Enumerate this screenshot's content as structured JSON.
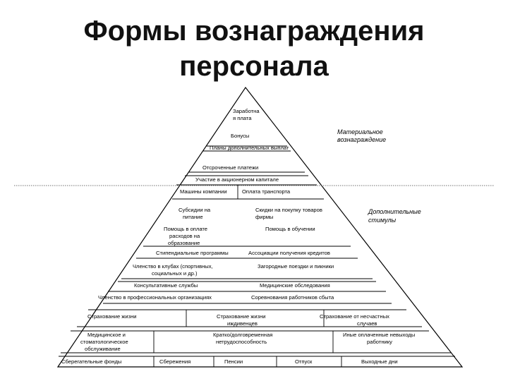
{
  "title": {
    "line1": "Формы вознаграждения",
    "line2": "персонала"
  },
  "sections": {
    "material": {
      "line1": "Материальное",
      "line2": "вознаграждение"
    },
    "additional": {
      "line1": "Дополнительные",
      "line2": "стимулы"
    }
  },
  "items": {
    "salary": {
      "line1": "Заработна",
      "line2": "я плата"
    },
    "bonuses": "Бонусы",
    "extra_payment_plans": "Планы дополнительных выплат",
    "deferred_payments": "Отсроченные платежи",
    "equity_participation": "Участие в акционерном капитале",
    "company_cars": "Машины компании",
    "transport_payment": "Оплата транспорта",
    "food_subsidies": {
      "line1": "Субсидии на",
      "line2": "питание"
    },
    "goods_discounts": {
      "line1": "Скидки на покупку товаров",
      "line2": "фирмы"
    },
    "education_help": {
      "line1": "Помощь в оплате",
      "line2": "расходов на",
      "line3": "образование"
    },
    "training_help": "Помощь в обучении",
    "scholarship_programs": "Стипендиальные программы",
    "credit_associations": "Ассоциации получения кредитов",
    "club_membership": {
      "line1": "Членство в клубах (спортивных,",
      "line2": "социальных и др.)"
    },
    "country_trips": "Загородные поездки и пикники",
    "consulting_services": "Консультативные службы",
    "medical_exams": "Медицинские обследования",
    "professional_orgs": "Членство в профессиональных организациях",
    "sales_competitions": "Соревнования работников сбыта",
    "life_insurance": "Страхование жизни",
    "dependents_life_insurance": {
      "line1": "Страхование жизни",
      "line2": "иждивенцев"
    },
    "accident_insurance": {
      "line1": "Страхование от несчастных",
      "line2": "случаев"
    },
    "medical_dental": {
      "line1": "Медицинское и",
      "line2": "стоматологическое",
      "line3": "обслуживание"
    },
    "disability": {
      "line1": "Кратко/долговременная",
      "line2": "нетрудоспособность"
    },
    "other_paid_absence": {
      "line1": "Иные оплаченные невыходы",
      "line2": "работнику"
    },
    "savings_funds": "Сберегательные фонды",
    "savings": "Сбережения",
    "pensions": "Пенсии",
    "vacation": "Отпуск",
    "days_off": "Выходные дни"
  }
}
